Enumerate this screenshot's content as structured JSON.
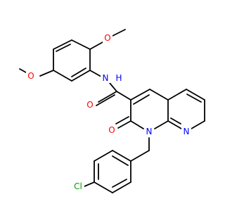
{
  "molecule": {
    "atoms": {
      "o_methoxy_top": {
        "text": "O",
        "color": "#ff0000"
      },
      "o_methoxy_left": {
        "text": "O",
        "color": "#ff0000"
      },
      "n_amide": {
        "text": "N",
        "color": "#0000ff"
      },
      "h_amide": {
        "text": "H",
        "color": "#0000ff"
      },
      "o_carbonyl_amide": {
        "text": "O",
        "color": "#ff0000"
      },
      "o_carbonyl_ring": {
        "text": "O",
        "color": "#ff0000"
      },
      "n_ring_1": {
        "text": "N",
        "color": "#0000ff"
      },
      "n_ring_8": {
        "text": "N",
        "color": "#0000ff"
      },
      "cl": {
        "text": "Cl",
        "color": "#00a000"
      }
    }
  }
}
